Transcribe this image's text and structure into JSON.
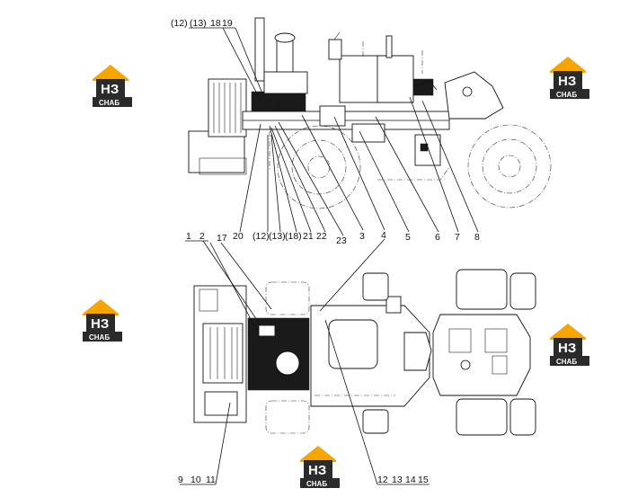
{
  "watermark": {
    "brand_letters": "НЗ",
    "brand_word": "СНАБ",
    "colors": {
      "orange": "#F5A400",
      "dark": "#2B2B2B",
      "white": "#FFFFFF"
    }
  },
  "callouts_top_upper": [
    "(12)",
    "(13)",
    "18",
    "19"
  ],
  "callouts_top_lower": [
    "20",
    "(12)",
    "(13)",
    "(18)",
    "21",
    "22",
    "23",
    "3",
    "4",
    "5",
    "6",
    "7",
    "8"
  ],
  "callouts_mid": [
    "1",
    "2",
    "17"
  ],
  "callouts_bottom_left": [
    "9",
    "10",
    "11"
  ],
  "callouts_bottom_right": [
    "12",
    "13",
    "14",
    "15"
  ]
}
